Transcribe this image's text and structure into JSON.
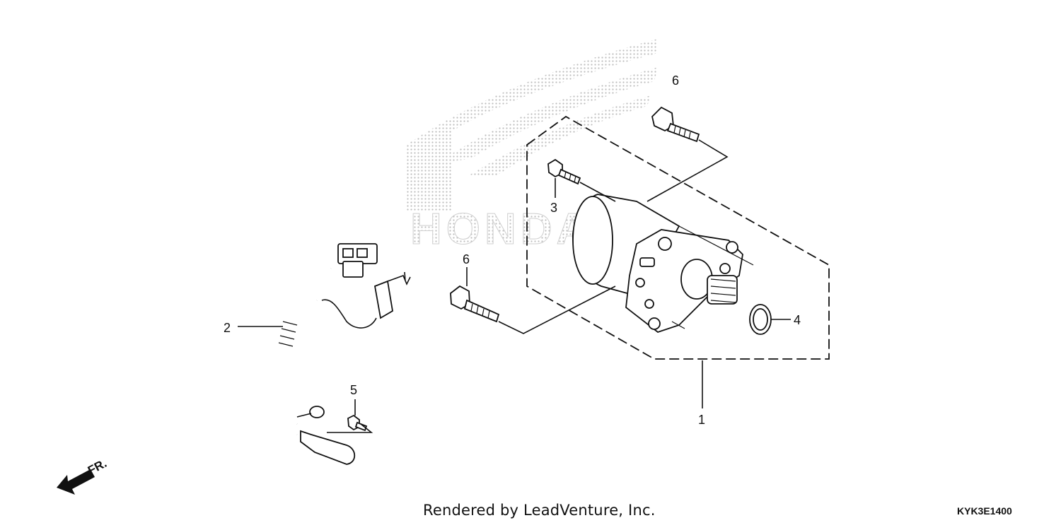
{
  "diagram": {
    "watermark_text": "HONDA",
    "callouts": [
      {
        "id": "1",
        "label": "1"
      },
      {
        "id": "2",
        "label": "2"
      },
      {
        "id": "3",
        "label": "3"
      },
      {
        "id": "4",
        "label": "4"
      },
      {
        "id": "5",
        "label": "5"
      },
      {
        "id": "6a",
        "label": "6"
      },
      {
        "id": "6b",
        "label": "6"
      }
    ],
    "direction_label": "FR."
  },
  "footer": {
    "credit": "Rendered by LeadVenture, Inc.",
    "code": "KYK3E1400"
  }
}
